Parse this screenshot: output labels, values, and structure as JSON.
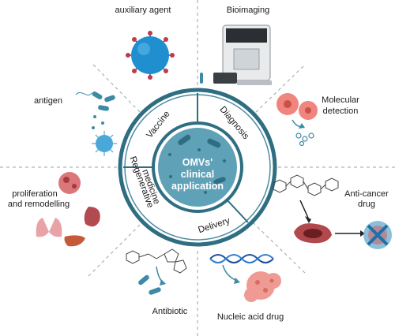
{
  "center": {
    "line1": "OMVs'",
    "line2": "clinical",
    "line3": "application"
  },
  "ring": {
    "vaccine": "Vaccine",
    "diagnosis": "Diagnosis",
    "regenerative_line1": "Regenerative",
    "regenerative_line2": "medicine",
    "delivery": "Delivery"
  },
  "outer": {
    "auxiliary_agent": "auxiliary agent",
    "bioimaging": "Bioimaging",
    "antigen": "antigen",
    "molecular_detection_line1": "Molecular",
    "molecular_detection_line2": "detection",
    "proliferation_line1": "proliferation",
    "proliferation_line2": "and remodelling",
    "anticancer_line1": "Anti-cancer",
    "anticancer_line2": "drug",
    "antibiotic": "Antibiotic",
    "nucleic_acid_drug": "Nucleic acid drug"
  },
  "colors": {
    "ring_outer": "#2f6e82",
    "ring_inner": "#3a7f93",
    "center_fill": "#5fa2b8",
    "bacteria": "#3c8aa6"
  }
}
